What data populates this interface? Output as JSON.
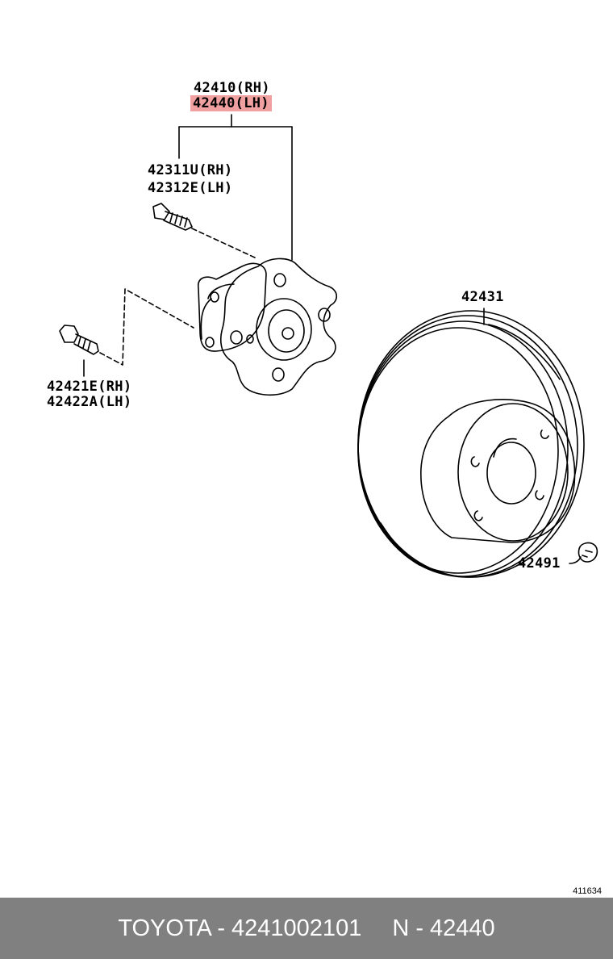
{
  "callouts": {
    "hub_assembly": {
      "rh": "42410(RH)",
      "lh": "42440(LH)"
    },
    "hub_bolt": {
      "rh": "42311U(RH)",
      "lh": "42312E(LH)"
    },
    "mount_bolt": {
      "rh": "42421E(RH)",
      "lh": "42422A(LH)"
    },
    "disc": "42431",
    "plug": "42491"
  },
  "highlight_color": "#f0a0a0",
  "diagram_id": "411634",
  "footer": {
    "brand_part": "TOYOTA - 4241002101",
    "ref": "N - 42440"
  }
}
